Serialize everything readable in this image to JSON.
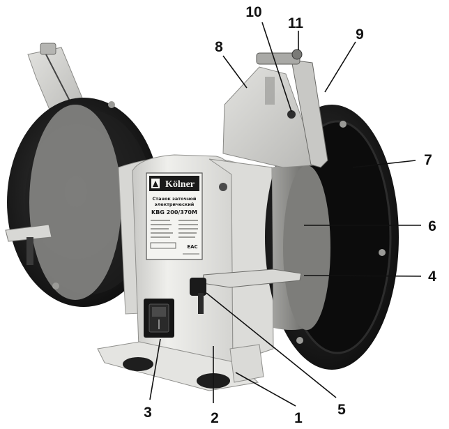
{
  "brand": {
    "logo_text": "Kölner"
  },
  "nameplate": {
    "title_line1": "Станок заточной",
    "title_line2": "электрический",
    "model": "KBG 200/370M",
    "cert_mark": "EAC"
  },
  "callouts": [
    {
      "id": "1",
      "label": "1"
    },
    {
      "id": "2",
      "label": "2"
    },
    {
      "id": "3",
      "label": "3"
    },
    {
      "id": "4",
      "label": "4"
    },
    {
      "id": "5",
      "label": "5"
    },
    {
      "id": "6",
      "label": "6"
    },
    {
      "id": "7",
      "label": "7"
    },
    {
      "id": "8",
      "label": "8"
    },
    {
      "id": "9",
      "label": "9"
    },
    {
      "id": "10",
      "label": "10"
    },
    {
      "id": "11",
      "label": "11"
    }
  ],
  "colors": {
    "body": "#e6e6e3",
    "wheel_cover": "#1c1c1c",
    "stone": "#8e8e8b",
    "shield": "#d2d2cf",
    "callout": "#111111"
  }
}
